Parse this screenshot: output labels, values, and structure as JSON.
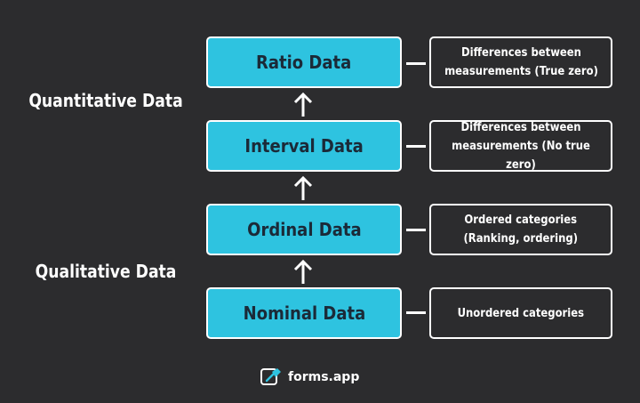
{
  "categories": {
    "quantitative": "Quantitative Data",
    "qualitative": "Qualitative Data"
  },
  "levels": [
    {
      "label": "Ratio Data",
      "description": "Differences between\nmeasurements (True zero)"
    },
    {
      "label": "Interval Data",
      "description": "Differences between\nmeasurements (No true zero)"
    },
    {
      "label": "Ordinal Data",
      "description": "Ordered categories\n(Ranking, ordering)"
    },
    {
      "label": "Nominal Data",
      "description": "Unordered categories"
    }
  ],
  "brand": {
    "name": "forms.app",
    "logo_icon": "forms-app-logo-icon"
  },
  "colors": {
    "background": "#2c2c2e",
    "level_fill": "#2ec3e0",
    "level_text": "#1b2a38",
    "outline": "#ffffff"
  }
}
